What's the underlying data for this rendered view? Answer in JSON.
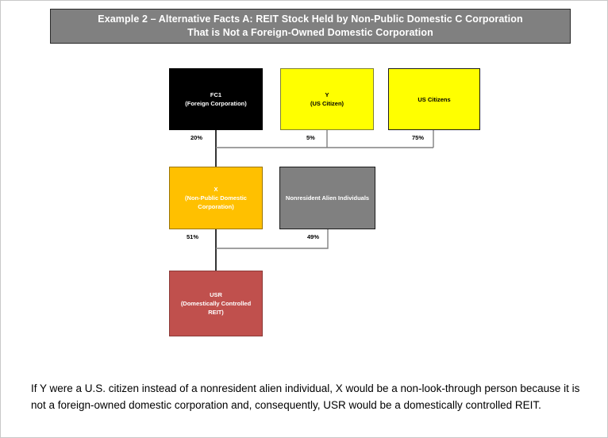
{
  "header": {
    "title_line1": "Example 2 – Alternative Facts A: REIT Stock Held by Non-Public Domestic C Corporation",
    "title_line2": "That is Not a Foreign-Owned Domestic Corporation",
    "background_color": "#808080",
    "text_color": "#FFFFFF"
  },
  "diagram": {
    "type": "ownership-structure",
    "nodes": [
      {
        "id": "fc1",
        "label": "FC1\n(Foreign Corporation)",
        "fill": "#000000",
        "text_color": "#FFFFFF",
        "row": "top"
      },
      {
        "id": "y",
        "label": "Y\n(US Citizen)",
        "fill": "#FFFF00",
        "text_color": "#000000",
        "row": "top"
      },
      {
        "id": "us_citizens",
        "label": "US Citizens",
        "fill": "#FFFF00",
        "text_color": "#000000",
        "row": "top"
      },
      {
        "id": "x",
        "label": "X\n(Non-Public Domestic Corporation)",
        "fill": "#FFC000",
        "text_color": "#FFFFFF",
        "row": "middle"
      },
      {
        "id": "nra",
        "label": "Nonresident Alien Individuals",
        "fill": "#808080",
        "text_color": "#FFFFFF",
        "row": "middle"
      },
      {
        "id": "usr",
        "label": "USR\n(Domestically Controlled REIT)",
        "fill": "#C0504D",
        "text_color": "#FFFFFF",
        "row": "bottom"
      }
    ],
    "edges": [
      {
        "id": "fc1-to-x",
        "from": "fc1",
        "to": "x",
        "label": "20%"
      },
      {
        "id": "y-to-x",
        "from": "y",
        "to": "x",
        "label": "5%"
      },
      {
        "id": "uscitizens-to-x",
        "from": "us_citizens",
        "to": "x",
        "label": "75%"
      },
      {
        "id": "x-to-usr",
        "from": "x",
        "to": "usr",
        "label": "51%"
      },
      {
        "id": "nra-to-usr",
        "from": "nra",
        "to": "usr",
        "label": "49%"
      }
    ]
  },
  "footnote": {
    "text": "If Y were a U.S. citizen instead of a nonresident alien individual, X would be a non-look-through person because it is not a foreign-owned domestic corporation and, consequently, USR would be a domestically controlled REIT."
  }
}
